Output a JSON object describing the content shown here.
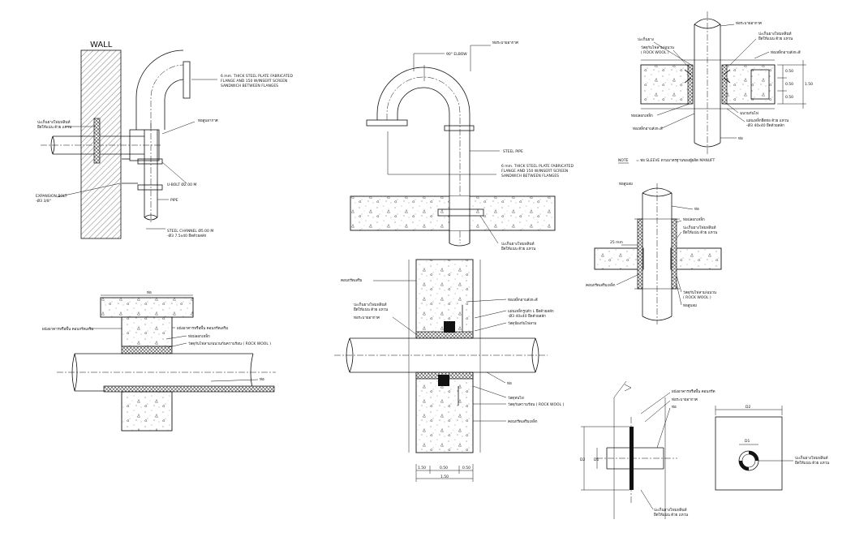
{
  "det1": {
    "wall": "WALL",
    "flange_note_1": "6 mm. THICK STEEL PLATE FABRICATED",
    "flange_note_2": "FLANGE AND 150 W/INSERT SCREEN",
    "flange_note_3": "SANDWICH BETWEEN FLANGES",
    "sleeve_top": "ท่อสูบอากาศ",
    "sleeve_left_1": "ปะเก็นยางโฟมฟลินท์",
    "sleeve_left_2": "ยึดให้แน่น ด้วย แหวน",
    "ubolt": "U-BOLT  Ø2.00 M",
    "expansion_1": "EXPANSION BOLT",
    "expansion_2": "-Ø3 3/8\"",
    "pipe": "PIPE",
    "channel_1": "STEEL CHANNEL  Ø5.00 M",
    "channel_2": "-Ø3 7.5x40 ยึดด้วยสลัก"
  },
  "det2": {
    "top_label": "ท่อระบายอากาศ",
    "elbow": "90° ELBOW",
    "steel_pipe": "STEEL PIPE",
    "flange_note_1": "6 mm. THICK STEEL PLATE FABRICATED",
    "flange_note_2": "FLANGE AND 150 W/INSERT SCREEN",
    "flange_note_3": "SANDWICH BETWEEN FLANGES",
    "collar_1": "ปะเก็นยางโฟมฟลินท์",
    "collar_2": "ยึดให้แน่น ด้วย แหวน"
  },
  "det3": {
    "left_top": "คอนกรีตเสริม",
    "left_1": "ปะเก็นยางโฟมฟลินท์",
    "left_2": "ยึดให้แน่น ด้วย แหวน",
    "left_3": "ท่อระบายอากาศ",
    "right_1": "ท่อเหล็กอาบสังกะสี",
    "right_2": "แผ่นเหล็กรูปตัว L ยึดด้วยสลัก",
    "right_3": "-Ø3 40x40 ยึดด้วยสลัก",
    "right_4": "วัสดุป้องกันไฟลาม",
    "pipe": "ท่อ",
    "bottom_1": "วัสดุทนไฟ",
    "bottom_2": "วัสดุกันความร้อน ( ROCK WOOL )",
    "bottom_3": "คอนกรีตเสริมเหล็ก",
    "dim_1": "1.50",
    "dim_2": "0.50",
    "dim_3": "0.50",
    "dim_total": "1.50"
  },
  "det4": {
    "top": "ท่อ",
    "left_1": "ผนังอาคารหรือพื้น  คอนกรีตเสริม",
    "right_1": "ผนังอาคารหรือพื้น  คอนกรีตเสริม",
    "lbl_1": "ท่อปลอกเหล็ก",
    "lbl_2": "วัสดุกันไฟลาม/ฉนวนกันความร้อน ( ROCK WOOL )",
    "pipe": "ท่อ"
  },
  "det5": {
    "top": "ท่อระบายอากาศ",
    "l1": "ปะเก็นยาง",
    "l2": "วัสดุกันไฟลาม/ฉนวน",
    "l3": "( ROCK WOOL )",
    "l4": "ท่อปลอกเหล็ก",
    "l5": "ท่อเหล็กอาบสังกะสี",
    "r1": "ปะเก็นยางโฟมฟลินท์",
    "r2": "ยึดให้แน่น ด้วย แหวน",
    "r3": "ท่อเหล็กอาบสังกะสี",
    "r4": "ฉนวนกันไฟ",
    "r5": "แผ่นเหล็กยึดท่อ ด้วย แหวน",
    "r6": "-Ø3 40x40 ยึดด้วยสลัก",
    "r7": "ท่อ",
    "d1": "0.50",
    "d2": "0.50",
    "d3": "0.50",
    "dtot": "1.50",
    "note_key": "NOTE",
    "note": "= ท่อ SLEEVE ตามมาตรฐานของผู้ผลิต MANUFT"
  },
  "det6": {
    "top": "ท่อสูบลม",
    "pipe": "ท่อ",
    "dim": "25 mm",
    "r1": "ท่อปลอกเหล็ก",
    "r2": "ปะเก็นยางโฟมฟลินท์",
    "r3": "ยึดให้แน่น ด้วย แหวน",
    "r4": "วัสดุกันไฟลาม/ฉนวน",
    "r5": "( ROCK WOOL )",
    "r6": "ท่อสูบลม",
    "l1": "คอนกรีตเสริมเหล็ก"
  },
  "det7": {
    "r1": "ผนังอาคารหรือพื้น  คอนกรีต",
    "r2": "ท่อระบายอากาศ",
    "r3": "ท่อ",
    "b1": "ปะเก็นยางโฟมฟลินท์",
    "b2": "ยึดให้แน่น ด้วย แหวน",
    "d_outer": "D2",
    "d_inner": "D1",
    "p_d2": "D2",
    "p_d1": "D1",
    "p_r1": "ปะเก็นยางโฟมฟลินท์",
    "p_r2": "ยึดให้แน่น ด้วย แหวน"
  }
}
